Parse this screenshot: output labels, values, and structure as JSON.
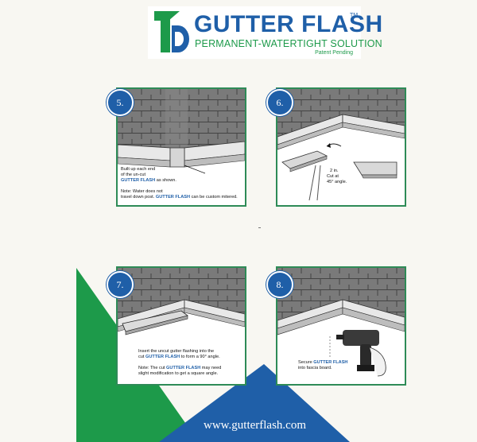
{
  "logo": {
    "mark": "TD",
    "title": "GUTTER FLASH",
    "tm": "TM",
    "subtitle": "PERMANENT-WATERTIGHT SOLUTION",
    "patent": "Patent Pending"
  },
  "steps": [
    {
      "number": "5.",
      "lines": [
        [
          "Built up each end"
        ],
        [
          "of the un-cut"
        ],
        [
          "GUTTER FLASH",
          " as shown."
        ],
        [
          ""
        ],
        [
          "Note: Water does not"
        ],
        [
          "travel down post. ",
          "GUTTER FLASH",
          " can be custom mitered."
        ]
      ]
    },
    {
      "number": "6.",
      "lines": [
        [
          "2 in."
        ],
        [
          "Cut at"
        ],
        [
          "45° angle."
        ]
      ]
    },
    {
      "number": "7.",
      "lines": [
        [
          "Insert the uncut gutter flashing into the"
        ],
        [
          "cut ",
          "GUTTER FLASH",
          " to form a 90° angle."
        ],
        [
          ""
        ],
        [
          "Note: The cut ",
          "GUTTER FLASH",
          " may need"
        ],
        [
          "slight modification to get a square angle."
        ]
      ]
    },
    {
      "number": "8.",
      "lines": [
        [
          "Secure ",
          "GUTTER FLASH"
        ],
        [
          "into fascia board."
        ]
      ]
    }
  ],
  "website": "www.gutterflash.com",
  "colors": {
    "blue": "#1f5fa8",
    "green": "#1d9a4a",
    "border": "#2e8b57"
  }
}
